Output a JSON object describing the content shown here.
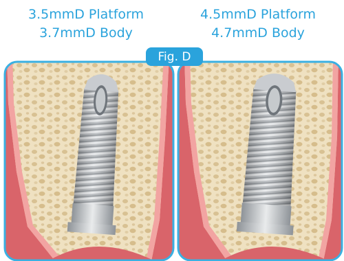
{
  "captions": {
    "left": {
      "line1": "3.5mmD Platform",
      "line2": "3.7mmD Body"
    },
    "right": {
      "line1": "4.5mmD Platform",
      "line2": "4.7mmD Body"
    }
  },
  "figure": {
    "tag": "Fig. D"
  },
  "colors": {
    "frame": "#3ab0e2",
    "gum": "#d9646a",
    "gum_light": "#f2a4a2",
    "bone": "#efe1c1",
    "implant": "#b9bcc0"
  }
}
